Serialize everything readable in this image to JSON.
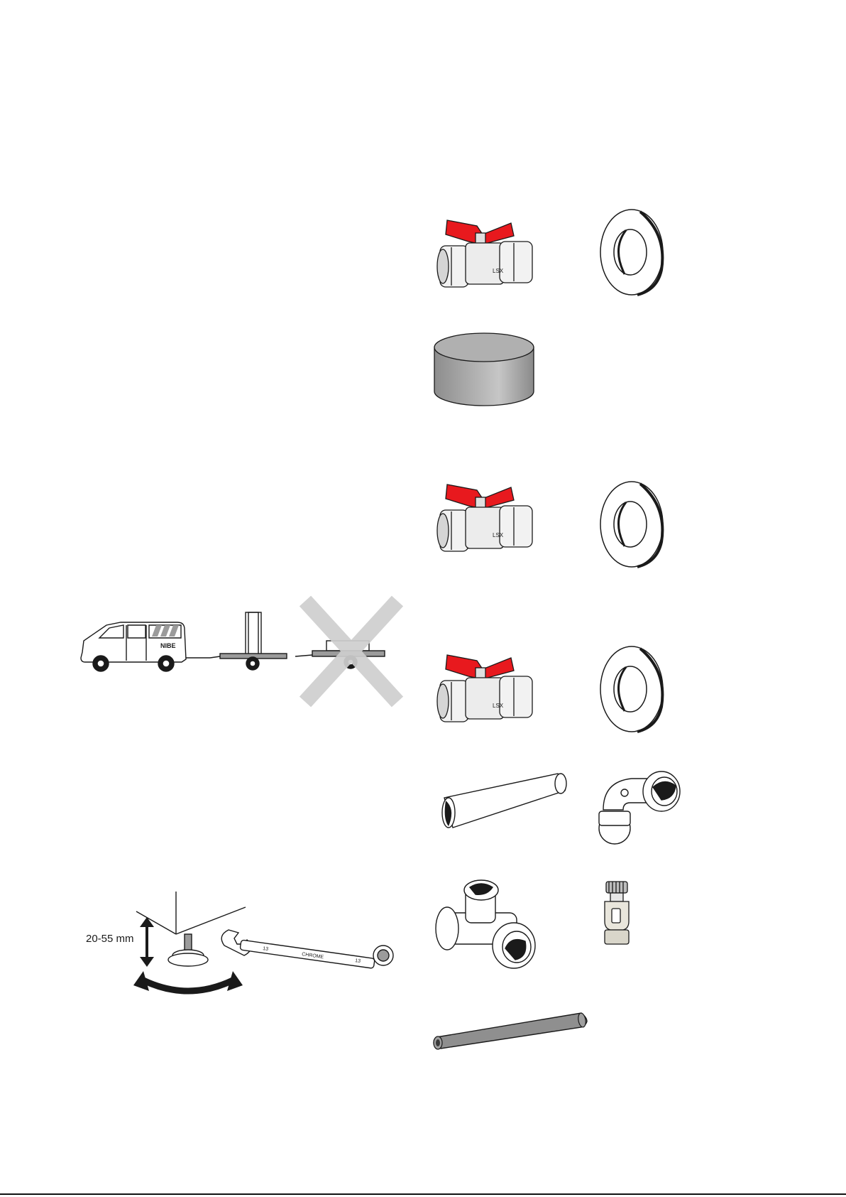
{
  "transport": {
    "van_logo": "NIBE"
  },
  "levelling": {
    "dimension_label": "20-55 mm",
    "wrench_marks": [
      "13",
      "CHROME",
      "13"
    ]
  },
  "ball_valve": {
    "handle_color": "#e8191e",
    "body_mark": "LSX"
  },
  "colors": {
    "line": "#1a1a1a",
    "grey_fill": "#9b9b9b",
    "cross_grey": "#cfcfcf"
  }
}
